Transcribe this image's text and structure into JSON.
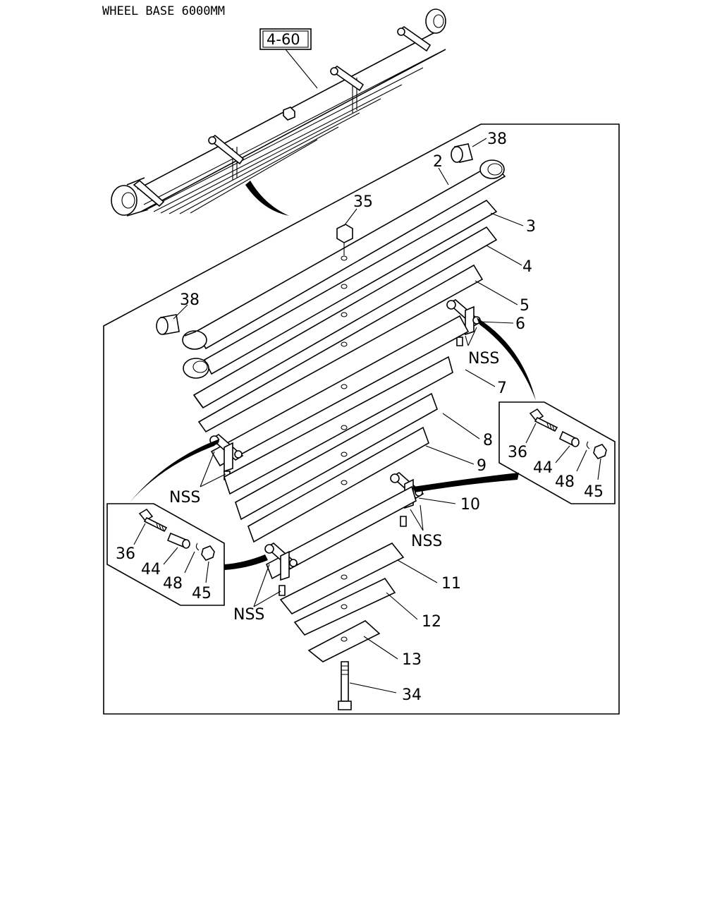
{
  "header": {
    "title": "WHEEL BASE 6000MM"
  },
  "reference_box": {
    "label": "4-60"
  },
  "labels": {
    "p38_top": "38",
    "p2": "2",
    "p35": "35",
    "p3": "3",
    "p4": "4",
    "p38_left": "38",
    "p5": "5",
    "p6": "6",
    "nss_right_top": "NSS",
    "p7": "7",
    "p8": "8",
    "p9": "9",
    "nss_left": "NSS",
    "p10": "10",
    "nss_mid": "NSS",
    "p11": "11",
    "nss_bottom": "NSS",
    "p12": "12",
    "p13": "13",
    "p34": "34"
  },
  "detail_right": {
    "p36": "36",
    "p44": "44",
    "p48": "48",
    "p45": "45"
  },
  "detail_left": {
    "p36": "36",
    "p44": "44",
    "p48": "48",
    "p45": "45"
  }
}
